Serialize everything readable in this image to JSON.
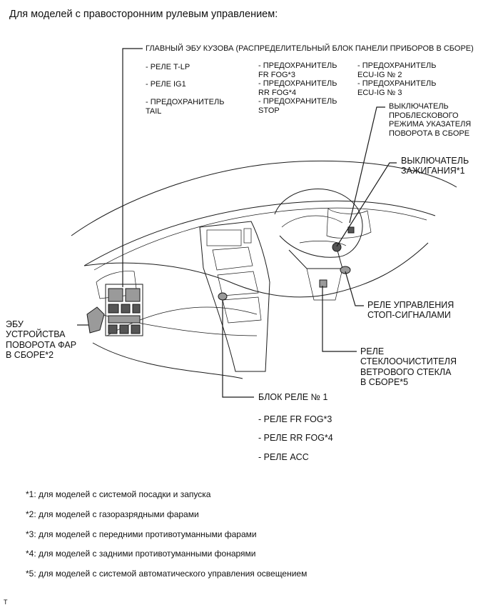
{
  "title": "Для моделей с правосторонним рулевым управлением:",
  "main_ecu": {
    "label": "ГЛАВНЫЙ ЭБУ КУЗОВА (РАСПРЕДЕЛИТЕЛЬНЫЙ БЛОК ПАНЕЛИ ПРИБОРОВ В СБОРЕ)",
    "col1": [
      "- РЕЛЕ T-LP",
      "- РЕЛЕ IG1",
      "- ПРЕДОХРАНИТЕЛЬ\nTAIL"
    ],
    "col2": [
      "- ПРЕДОХРАНИТЕЛЬ\nFR FOG*3",
      "- ПРЕДОХРАНИТЕЛЬ\nRR FOG*4",
      "- ПРЕДОХРАНИТЕЛЬ\nSTOP"
    ],
    "col3": [
      "- ПРЕДОХРАНИТЕЛЬ\nECU-IG № 2",
      "- ПРЕДОХРАНИТЕЛЬ\nECU-IG № 3"
    ]
  },
  "labels": {
    "hazard_switch": "ВЫКЛЮЧАТЕЛЬ\nПРОБЛЕСКОВОГО\nРЕЖИМА УКАЗАТЕЛЯ\nПОВОРОТА В СБОРЕ",
    "ignition_switch": "ВЫКЛЮЧАТЕЛЬ\nЗАЖИГАНИЯ*1",
    "stop_relay": "РЕЛЕ УПРАВЛЕНИЯ\nСТОП-СИГНАЛАМИ",
    "wiper_relay": "РЕЛЕ\nСТЕКЛООЧИСТИТЕЛЯ\nВЕТРОВОГО СТЕКЛА\nВ СБОРЕ*5",
    "headlamp_ecu": "ЭБУ\nУСТРОЙСТВА\nПОВОРОТА ФАР\nВ СБОРЕ*2",
    "relay_block": "БЛОК РЕЛЕ № 1"
  },
  "relay_block_items": [
    "- РЕЛЕ FR FOG*3",
    "- РЕЛЕ RR FOG*4",
    "- РЕЛЕ ACC"
  ],
  "notes": [
    "*1: для моделей с системой посадки и запуска",
    "*2: для моделей с газоразрядными фарами",
    "*3: для моделей с передними противотуманными фарами",
    "*4: для моделей с задними противотуманными фонарями",
    "*5: для моделей с системой автоматического управления освещением"
  ],
  "corner_mark": "T"
}
